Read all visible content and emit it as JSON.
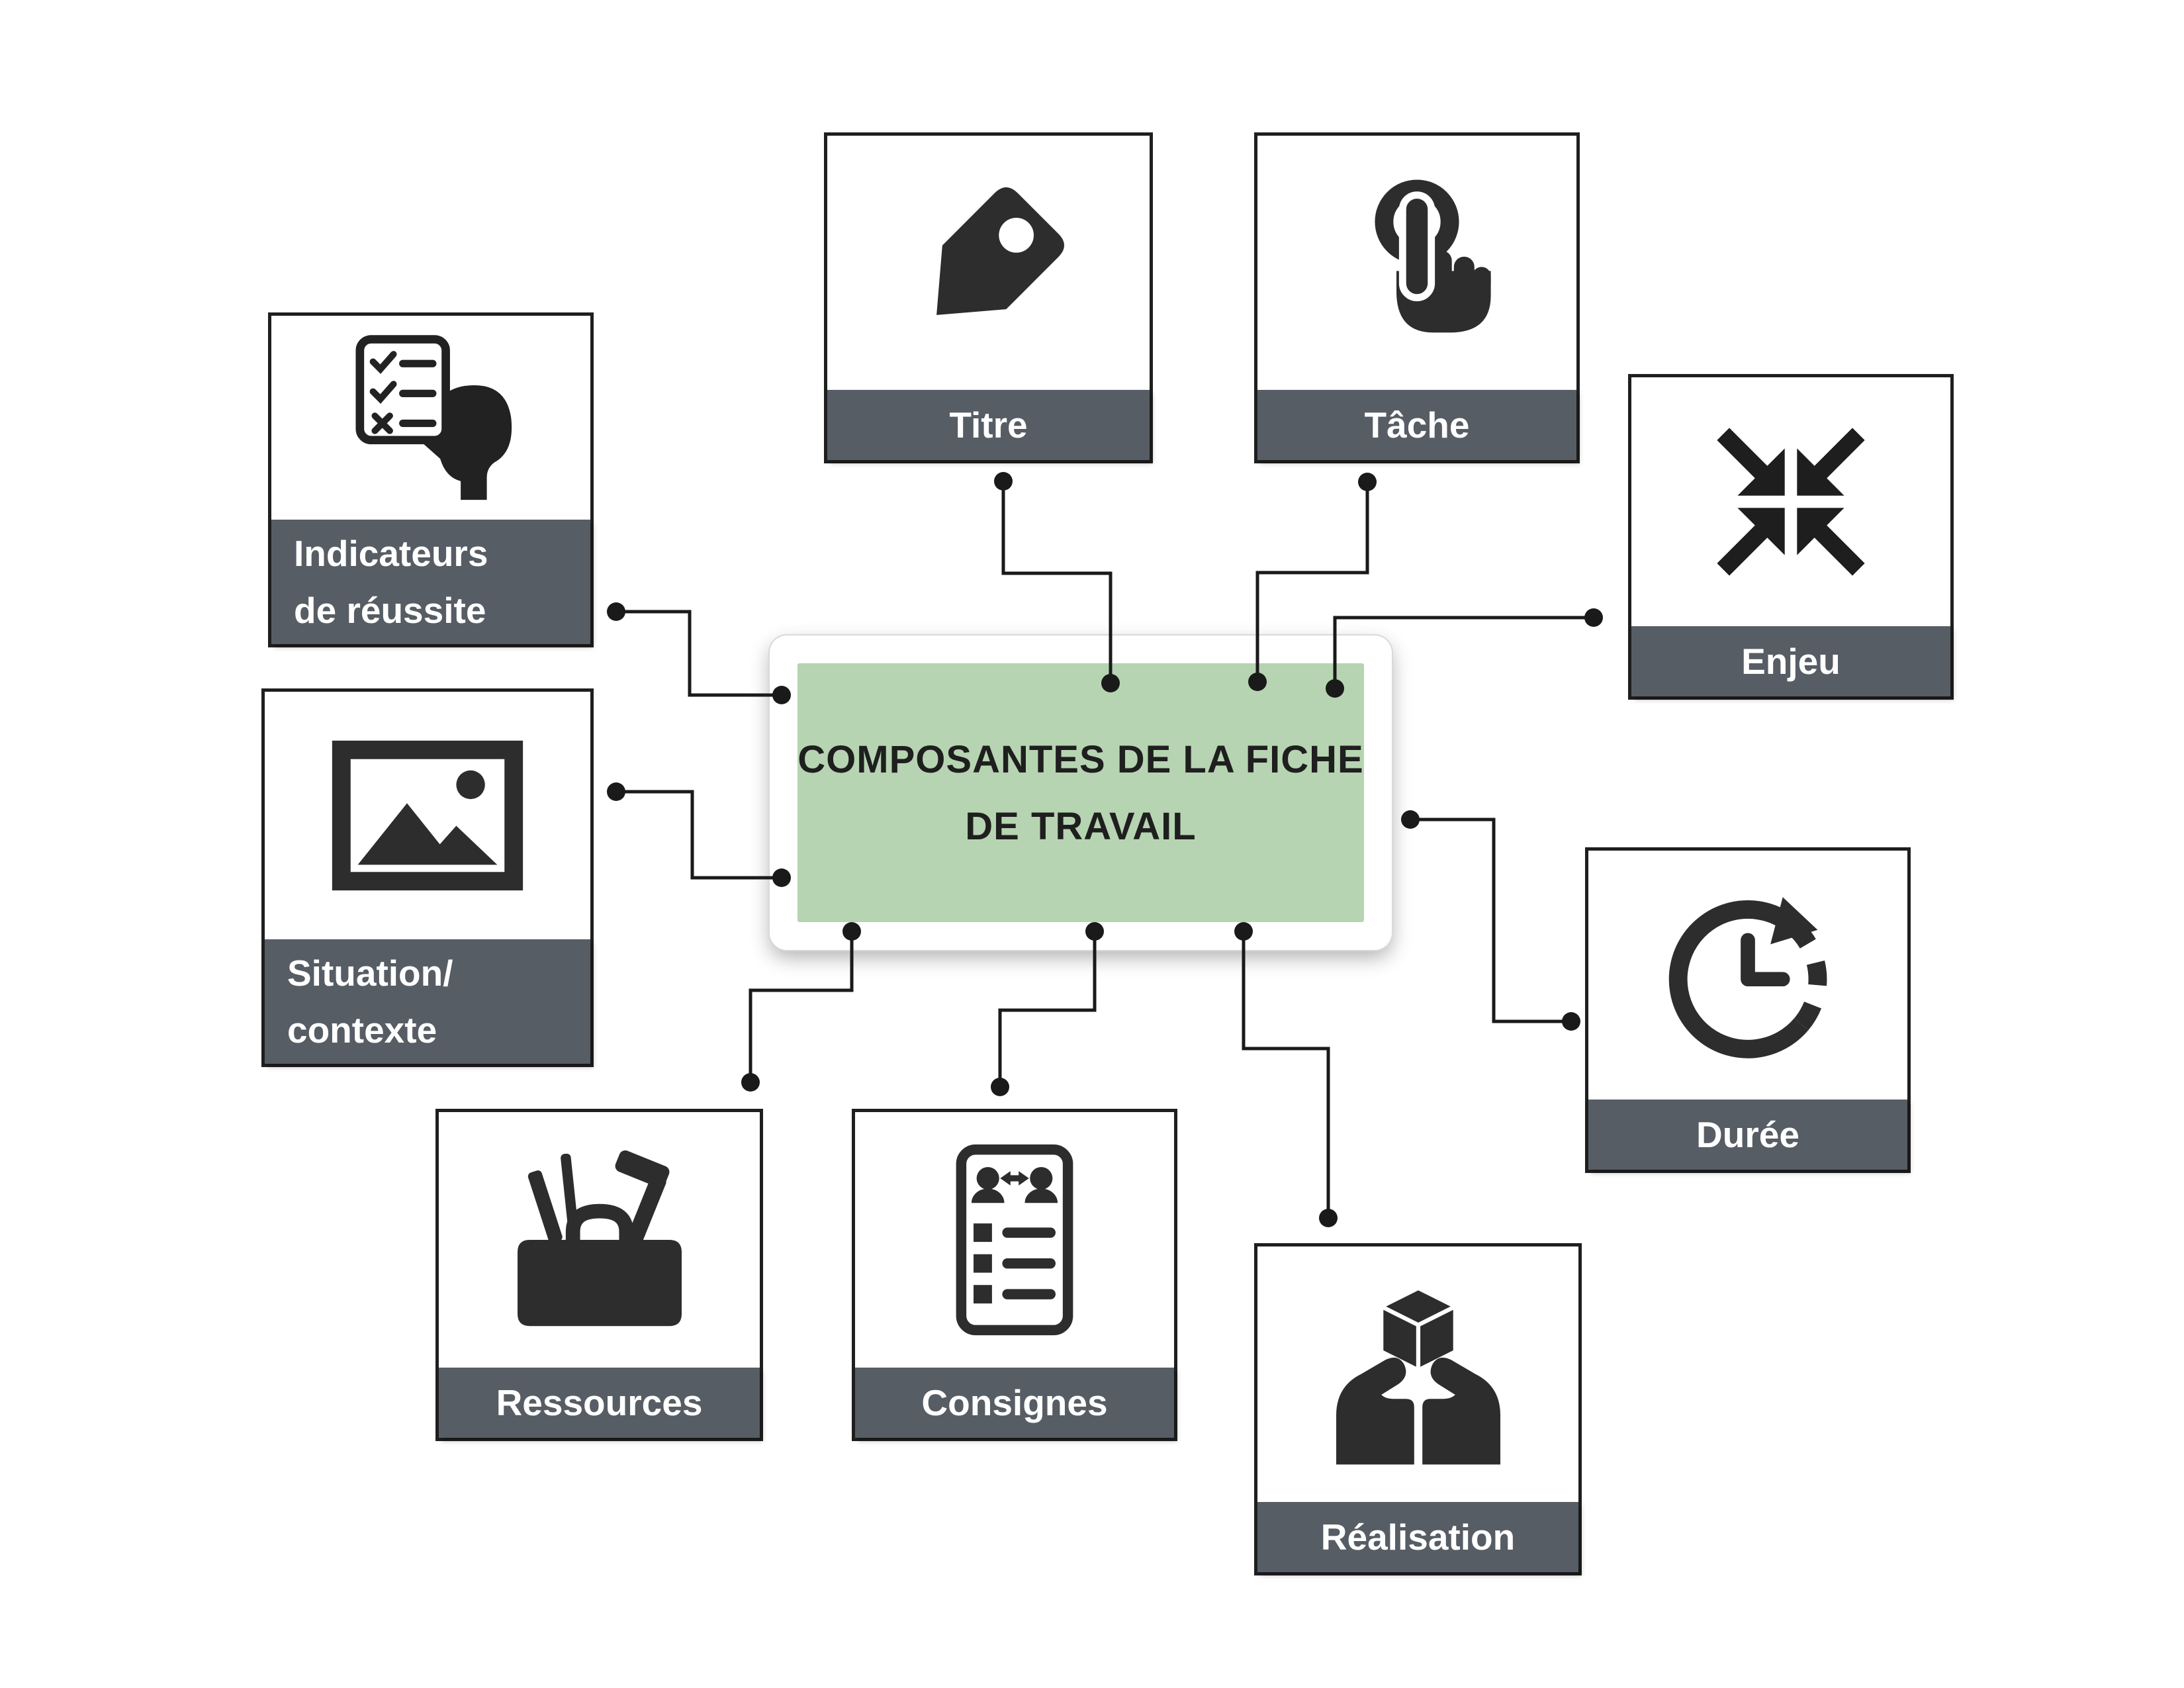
{
  "title": "Composantes de la fiche de travail — carte conceptuelle",
  "center": {
    "title_lines": [
      "COMPOSANTES DE LA FICHE",
      "DE TRAVAIL"
    ],
    "bg_color": "#b6d4b1"
  },
  "nodes": [
    {
      "id": "titre",
      "label_lines": [
        "Titre"
      ],
      "icon": "tag-icon"
    },
    {
      "id": "tache",
      "label_lines": [
        "Tâche"
      ],
      "icon": "touch-pointer-icon"
    },
    {
      "id": "enjeu",
      "label_lines": [
        "Enjeu"
      ],
      "icon": "converging-arrows-icon"
    },
    {
      "id": "duree",
      "label_lines": [
        "Durée"
      ],
      "icon": "countdown-clock-icon"
    },
    {
      "id": "realisation",
      "label_lines": [
        "Réalisation"
      ],
      "icon": "hands-presenting-cube-icon"
    },
    {
      "id": "consignes",
      "label_lines": [
        "Consignes"
      ],
      "icon": "checklist-discussion-icon"
    },
    {
      "id": "ressources",
      "label_lines": [
        "Ressources"
      ],
      "icon": "toolbox-icon"
    },
    {
      "id": "situation",
      "label_lines": [
        "Situation/",
        "contexte"
      ],
      "icon": "picture-icon"
    },
    {
      "id": "indicateurs",
      "label_lines": [
        "Indicateurs",
        "de réussite"
      ],
      "icon": "head-checklist-icon"
    }
  ],
  "colors": {
    "label_bar": "#575d64",
    "label_text": "#ffffff",
    "center_green": "#b6d4b1",
    "icon_dark": "#2d2d2d",
    "connector": "#1a1a1a",
    "node_border": "#1f1f1f"
  }
}
